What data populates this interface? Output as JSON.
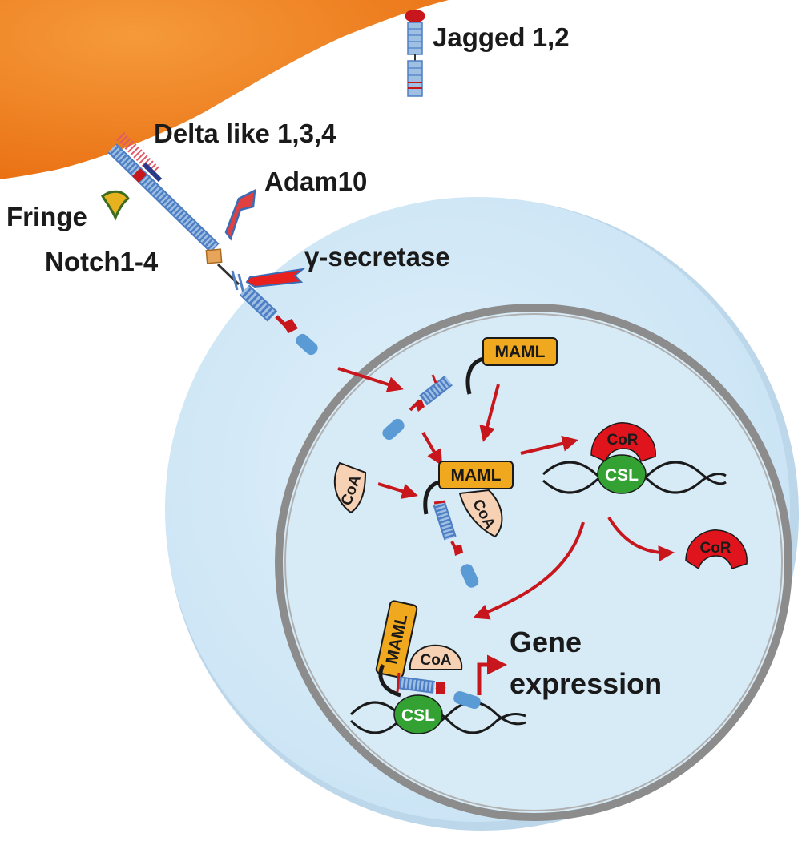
{
  "labels": {
    "jagged": "Jagged 1,2",
    "delta": "Delta like 1,3,4",
    "adam": "Adam10",
    "fringe": "Fringe",
    "notch": "Notch1-4",
    "gamma": "γ-secretase",
    "gene_line1": "Gene",
    "gene_line2": "expression"
  },
  "tags": {
    "maml": "MAML",
    "coa": "CoA",
    "cor": "CoR",
    "csl": "CSL"
  },
  "colors": {
    "signal_cell": "#f07d1c",
    "receiving_cell": "#d3e9f7",
    "nucleus": "#d7ebf7",
    "nuclear_membrane": "#8c8c8c",
    "arrow": "#c8171c",
    "maml": "#f0a91e",
    "coa": "#f6d1b4",
    "cor": "#e0141c",
    "csl": "#33a233",
    "notch_domain": "#4e7fc4",
    "fringe": "#e6b21f"
  }
}
